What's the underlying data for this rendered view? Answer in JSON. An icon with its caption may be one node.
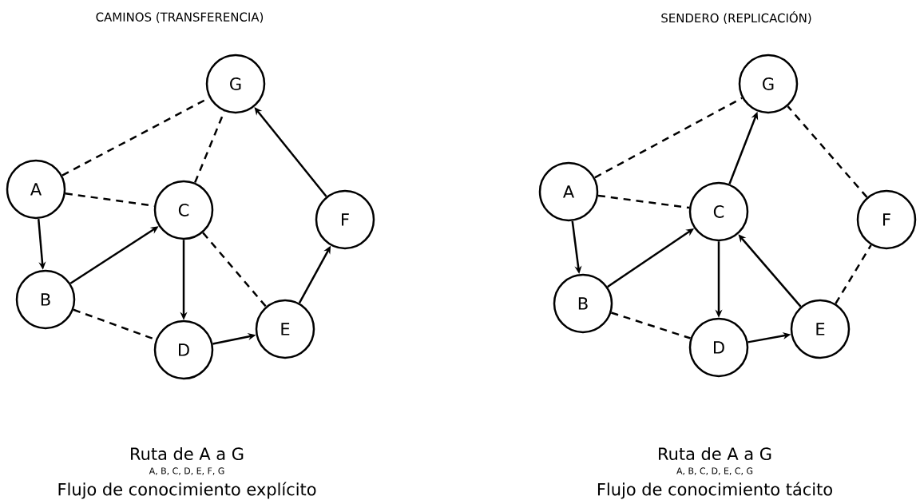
{
  "diagram": {
    "nodes": [
      {
        "text": [
          "A"
        ]
      },
      {
        "text": [
          "B"
        ]
      },
      {
        "text": [
          "C"
        ]
      },
      {
        "text": [
          "D"
        ]
      },
      {
        "text": [
          "E"
        ]
      },
      {
        "text": [
          "F"
        ]
      },
      {
        "text": [
          "G"
        ]
      },
      {
        "text": [
          "A"
        ]
      },
      {
        "text": [
          "B"
        ]
      },
      {
        "text": [
          "C"
        ]
      },
      {
        "text": [
          "D"
        ]
      },
      {
        "text": [
          "E"
        ]
      },
      {
        "text": [
          "F"
        ]
      },
      {
        "text": [
          "G"
        ]
      }
    ],
    "edges": [
      {
        "from": 0,
        "to": 6,
        "arrow": "none",
        "style": "dashed"
      },
      {
        "from": 0,
        "to": 2,
        "arrow": "none",
        "style": "dashed"
      },
      {
        "from": 2,
        "to": 6,
        "arrow": "none",
        "style": "dashed"
      },
      {
        "from": 0,
        "to": 1,
        "arrow": "to"
      },
      {
        "from": 1,
        "to": 2,
        "arrow": "to"
      },
      {
        "from": 2,
        "to": 3,
        "arrow": "to"
      },
      {
        "from": 2,
        "to": 4,
        "arrow": "none",
        "style": "dashed"
      },
      {
        "from": 1,
        "to": 3,
        "arrow": "none",
        "style": "dashed"
      },
      {
        "from": 3,
        "to": 4,
        "arrow": "to"
      },
      {
        "from": 4,
        "to": 5,
        "arrow": "to"
      },
      {
        "from": 5,
        "to": 6,
        "arrow": "to"
      },
      {
        "from": 7,
        "to": 13,
        "arrow": "none",
        "style": "dashed"
      },
      {
        "from": 7,
        "to": 9,
        "arrow": "none",
        "style": "dashed"
      },
      {
        "from": 7,
        "to": 8,
        "arrow": "to"
      },
      {
        "from": 8,
        "to": 9,
        "arrow": "to"
      },
      {
        "from": 9,
        "to": 13,
        "arrow": "to"
      },
      {
        "from": 9,
        "to": 10,
        "arrow": "to"
      },
      {
        "from": 8,
        "to": 10,
        "arrow": "none",
        "style": "dashed"
      },
      {
        "from": 10,
        "to": 11,
        "arrow": "to"
      },
      {
        "from": 11,
        "to": 9,
        "arrow": "to"
      },
      {
        "from": 11,
        "to": 12,
        "arrow": "none",
        "style": "dashed"
      },
      {
        "from": 12,
        "to": 13,
        "arrow": "none",
        "style": "dashed"
      }
    ],
    "labels": [
      "CAMINOS (TRANSFERENCIA)",
      "SENDERO (REPLICACIÓN)",
      "Ruta de A a G",
      "A, B, C, D, E, F, G",
      "Flujo de conocimiento explícito",
      "Ruta de A a G",
      "A, B, C, D, E, C, G",
      "Flujo de conocimiento tácito"
    ]
  }
}
